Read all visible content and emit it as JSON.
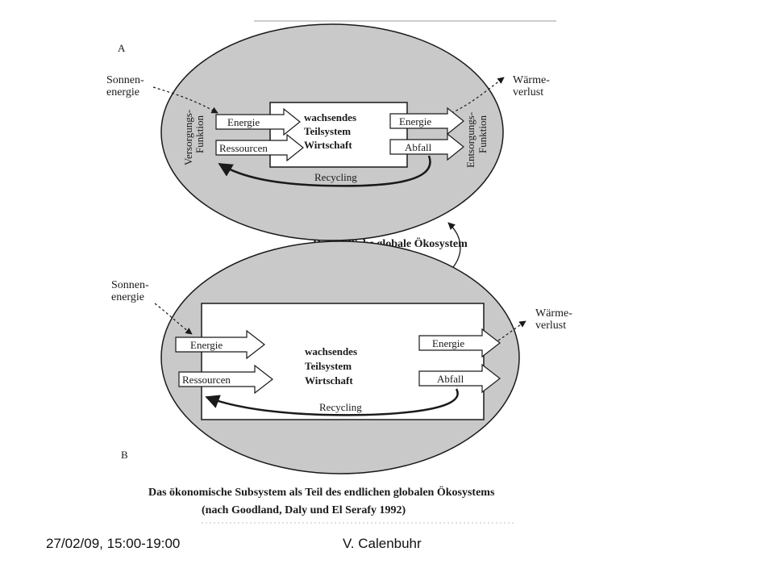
{
  "colors": {
    "ecosystem_fill": "#c9c9c9",
    "ink": "#1a1a1a",
    "paper": "#ffffff"
  },
  "figure": {
    "panel_a": {
      "letter": "A",
      "sun_input": [
        "Sonnen-",
        "energie"
      ],
      "heat_output": [
        "Wärme-",
        "verlust"
      ],
      "supply_function": [
        "Versorgungs-",
        "Funktion"
      ],
      "disposal_function": [
        "Entsorgungs-",
        "Funktion"
      ],
      "inputs": [
        "Energie",
        "Ressourcen"
      ],
      "outputs": [
        "Energie",
        "Abfall"
      ],
      "subsystem": [
        "wachsendes",
        "Teilsystem",
        "Wirtschaft"
      ],
      "recycling": "Recycling"
    },
    "middle_label": "Das endliche globale Ökosystem",
    "panel_b": {
      "letter": "B",
      "sun_input": [
        "Sonnen-",
        "energie"
      ],
      "heat_output": [
        "Wärme-",
        "verlust"
      ],
      "inputs": [
        "Energie",
        "Ressourcen"
      ],
      "outputs": [
        "Energie",
        "Abfall"
      ],
      "subsystem": [
        "wachsendes",
        "Teilsystem",
        "Wirtschaft"
      ],
      "recycling": "Recycling"
    },
    "caption": [
      "Das ökonomische Subsystem als Teil des endlichen globalen Ökosystems",
      "(nach Goodland, Daly und El Serafy 1992)"
    ]
  },
  "footer": {
    "date": "27/02/09, 15:00-19:00",
    "author": "V. Calenbuhr"
  }
}
